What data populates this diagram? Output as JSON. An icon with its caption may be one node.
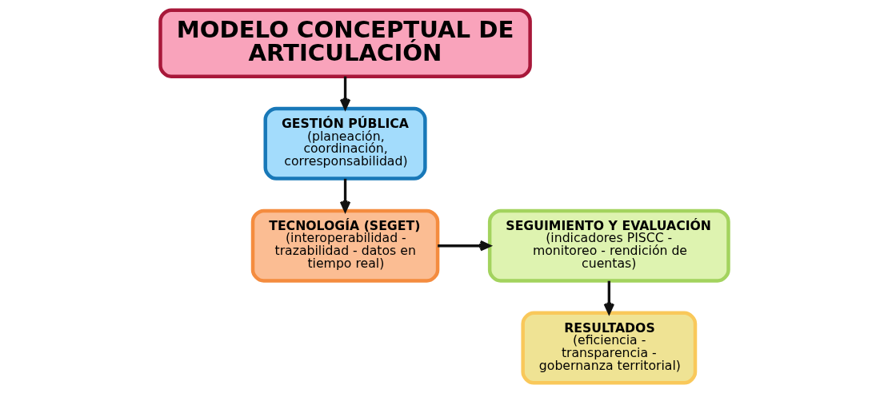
{
  "diagram": {
    "nodes": [
      {
        "text": [
          "MODELO CONCEPTUAL DE ARTICULACIÓN"
        ]
      },
      {
        "text": [
          "GESTIÓN PÚBLICA",
          "(planeación, coordinación, corresponsabilidad)"
        ]
      },
      {
        "text": [
          "TECNOLOGÍA (SEGET)",
          "(interoperabilidad - trazabilidad - datos en tiempo real)"
        ]
      },
      {
        "text": [
          "SEGUIMIENTO Y EVALUACIÓN",
          "(indicadores PISCC - monitoreo - rendición de cuentas)"
        ]
      },
      {
        "text": [
          "RESULTADOS",
          "(eficiencia - transparencia - gobernanza territorial)"
        ]
      }
    ],
    "edges": [
      {
        "from": 0,
        "to": 1,
        "arrow": "to"
      },
      {
        "from": 1,
        "to": 2,
        "arrow": "to"
      },
      {
        "from": 2,
        "to": 3,
        "arrow": "to"
      },
      {
        "from": 3,
        "to": 4,
        "arrow": "to"
      }
    ]
  }
}
